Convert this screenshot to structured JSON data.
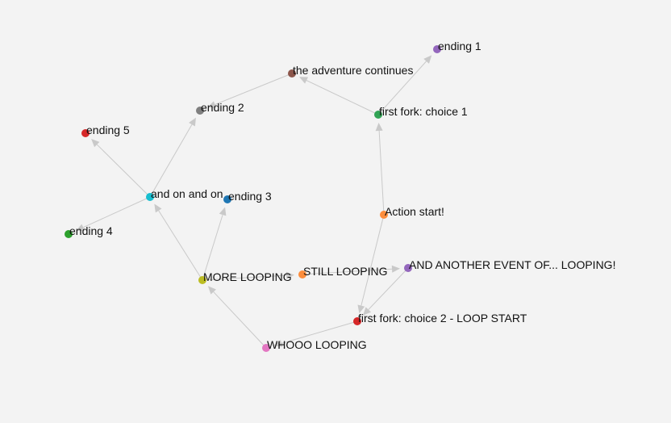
{
  "nodes": [
    {
      "id": "action-start",
      "label": "Action start!",
      "color": "#fd8d3c"
    },
    {
      "id": "choice-1",
      "label": "first fork: choice 1",
      "color": "#31a354"
    },
    {
      "id": "ending-1",
      "label": "ending 1",
      "color": "#9467bd"
    },
    {
      "id": "adventure-continues",
      "label": "the adventure continues",
      "color": "#8c564b"
    },
    {
      "id": "ending-2",
      "label": "ending 2",
      "color": "#7f7f7f"
    },
    {
      "id": "and-on",
      "label": "and on and on",
      "color": "#17becf"
    },
    {
      "id": "ending-5",
      "label": "ending 5",
      "color": "#d62728"
    },
    {
      "id": "ending-4",
      "label": "ending 4",
      "color": "#2ca02c"
    },
    {
      "id": "ending-3",
      "label": "ending 3",
      "color": "#1f77b4"
    },
    {
      "id": "more-looping",
      "label": "MORE LOOPING",
      "color": "#bcbd22"
    },
    {
      "id": "still-looping",
      "label": "STILL LOOPING",
      "color": "#fd8d3c"
    },
    {
      "id": "another-event",
      "label": "AND ANOTHER EVENT OF... LOOPING!",
      "color": "#9467bd"
    },
    {
      "id": "choice-2",
      "label": "first fork: choice 2 - LOOP START",
      "color": "#d62728"
    },
    {
      "id": "whooo-looping",
      "label": "WHOOO LOOPING",
      "color": "#e377c2"
    }
  ],
  "edges": [
    {
      "source": "action-start",
      "target": "choice-1"
    },
    {
      "source": "action-start",
      "target": "choice-2"
    },
    {
      "source": "choice-1",
      "target": "ending-1"
    },
    {
      "source": "choice-1",
      "target": "adventure-continues"
    },
    {
      "source": "adventure-continues",
      "target": "ending-2"
    },
    {
      "source": "and-on",
      "target": "ending-2"
    },
    {
      "source": "and-on",
      "target": "ending-5"
    },
    {
      "source": "and-on",
      "target": "ending-4"
    },
    {
      "source": "more-looping",
      "target": "and-on"
    },
    {
      "source": "more-looping",
      "target": "ending-3"
    },
    {
      "source": "still-looping",
      "target": "another-event"
    },
    {
      "source": "another-event",
      "target": "choice-2"
    },
    {
      "source": "choice-2",
      "target": "whooo-looping"
    },
    {
      "source": "whooo-looping",
      "target": "more-looping"
    },
    {
      "source": "more-looping",
      "target": "still-looping"
    }
  ]
}
